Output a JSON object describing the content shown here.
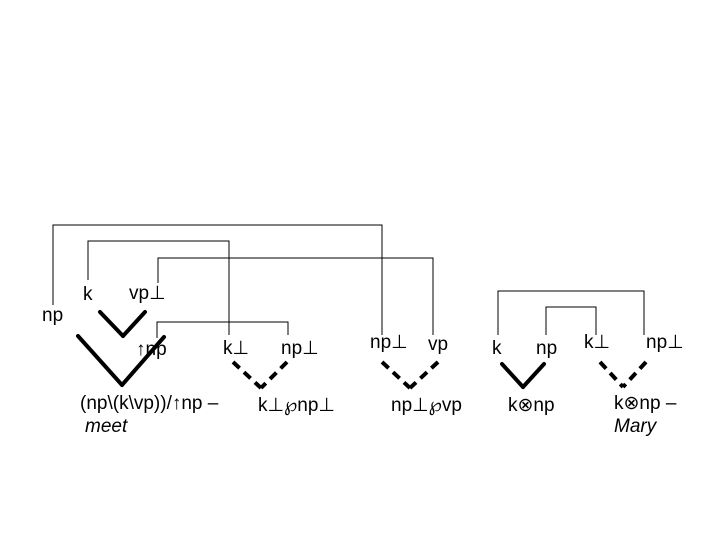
{
  "colors": {
    "ink": "#000000",
    "background": "#ffffff"
  },
  "labels": {
    "np_left": "np",
    "k_top": "k",
    "vp_perp": "vp⊥",
    "up_np": "↑np",
    "k_perp_1": "k⊥",
    "np_perp_1": "np⊥",
    "meet_type": "(np\\(k\\vp))/↑np –",
    "meet_word": "meet",
    "k_par_np": "k⊥℘np⊥",
    "np_perp_2": "np⊥",
    "vp_2": "vp",
    "np_par_vp": "np⊥℘vp",
    "k_2": "k",
    "np_2": "np",
    "k_tensor_np": "k⊗np",
    "k_perp_2": "k⊥",
    "np_perp_3": "np⊥",
    "mary_type": "k⊗np –",
    "mary_word": "Mary"
  }
}
